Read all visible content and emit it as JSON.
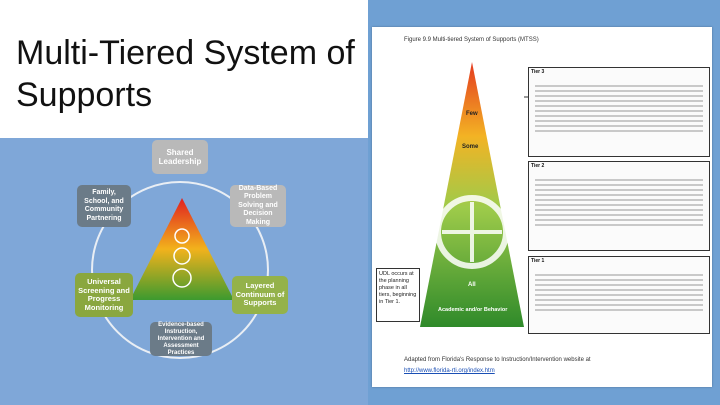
{
  "slide": {
    "title": "Multi-Tiered System of Supports"
  },
  "diagram": {
    "nodes": {
      "top": "Shared Leadership",
      "left_top": "Family, School, and Community Partnering",
      "right_top": "Data-Based Problem Solving and Decision Making",
      "left_bottom": "Universal Screening and Progress Monitoring",
      "right_bottom": "Layered Continuum of Supports",
      "bottom": "Evidence-based Instruction, Intervention and Assessment Practices"
    }
  },
  "document": {
    "figure_title": "Figure 9.9 Multi-tiered System of Supports (MTSS)",
    "tiers": {
      "tier3": "Tier 3",
      "tier2": "Tier 2",
      "tier1": "Tier 1"
    },
    "triangle_labels": {
      "few": "Few",
      "some": "Some",
      "all": "All",
      "academic": "Academic and/or Behavior"
    },
    "note": "UDL occurs at the planning phase in all tiers, beginning in Tier 1.",
    "caption": "Adapted from Florida's Response to Instruction/Intervention website at",
    "link": "http://www.florida-rti.org/index.htm"
  },
  "colors": {
    "right_bg": "#6fa0d3",
    "diagram_bg": "#7fa7d8",
    "triangle_top": "#e02020",
    "triangle_mid": "#f2a81c",
    "triangle_bottom": "#3c9a2f"
  }
}
